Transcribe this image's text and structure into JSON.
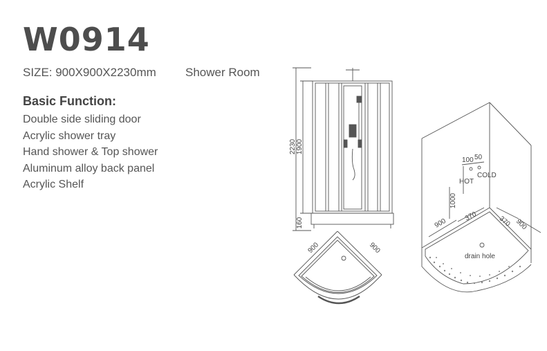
{
  "header": {
    "model": "W0914",
    "size": "SIZE: 900X900X2230mm",
    "type": "Shower Room"
  },
  "functions": {
    "title": "Basic Function:",
    "items": [
      "Double side sliding door",
      "Acrylic shower tray",
      "Hand shower & Top shower",
      "Aluminum alloy back panel",
      "Acrylic Shelf"
    ]
  },
  "front_view": {
    "total_height": "2230",
    "cabin_height": "1900",
    "tray_height": "160"
  },
  "top_view": {
    "width_left": "900",
    "width_right": "900"
  },
  "iso_view": {
    "dim_100": "100",
    "dim_50": "50",
    "hot": "HOT",
    "cold": "COLD",
    "dim_1000": "1000",
    "dim_900_left": "900",
    "dim_370_left": "370",
    "dim_370_right": "370",
    "dim_900_right": "900",
    "drain": "drain hole"
  }
}
